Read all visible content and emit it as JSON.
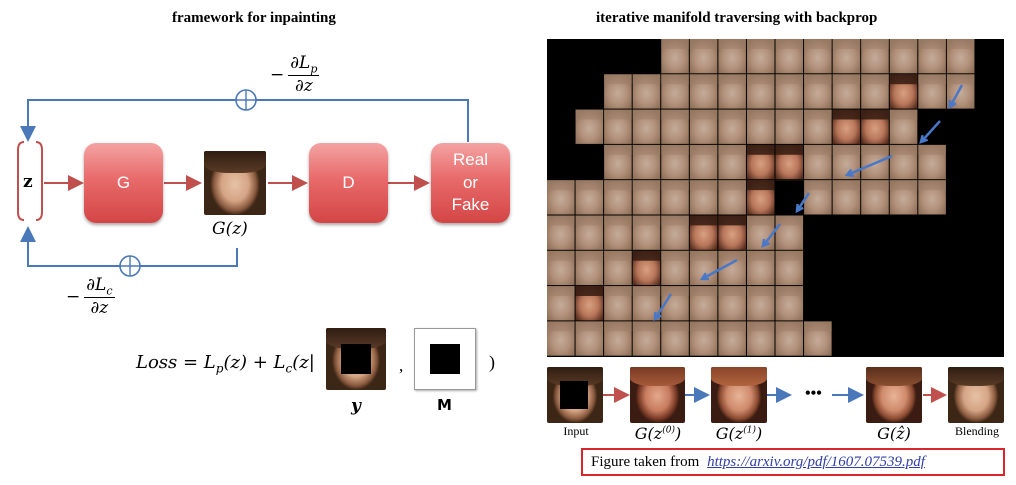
{
  "left": {
    "title": "framework for inpainting",
    "z_label": "z",
    "g_label": "G",
    "d_label": "D",
    "real_or_fake_lines": [
      "Real",
      "or",
      "Fake"
    ],
    "gz_label": "G(z)",
    "top_gradient": {
      "sign": "−",
      "numerator": "∂L",
      "subscript": "p",
      "denominator": "∂z"
    },
    "bottom_gradient": {
      "sign": "−",
      "numerator": "∂L",
      "subscript": "c",
      "denominator": "∂z"
    },
    "loss": {
      "prefix": "Loss = L",
      "sub_p": "p",
      "mid": "(z) + L",
      "sub_c": "c",
      "arg_open": "(z|",
      "comma": ",",
      "close": ")",
      "y_label": "y",
      "m_label": "M"
    }
  },
  "right": {
    "title": "iterative manifold traversing with backprop",
    "sequence_captions": [
      "Input",
      "G(z",
      "(0)",
      ")",
      "G(z",
      "(1)",
      ")",
      "•••",
      "G(ẑ)",
      "Blending"
    ],
    "citation_prefix": "Figure taken from ",
    "citation_link": "https://arxiv.org/pdf/1607.07539.pdf"
  },
  "colors": {
    "blue_line": "#4a78b8",
    "red_arrow": "#c0504d",
    "box_red": "#e05a5a",
    "citation_border": "#d9262c",
    "link": "#2f3ea8"
  }
}
